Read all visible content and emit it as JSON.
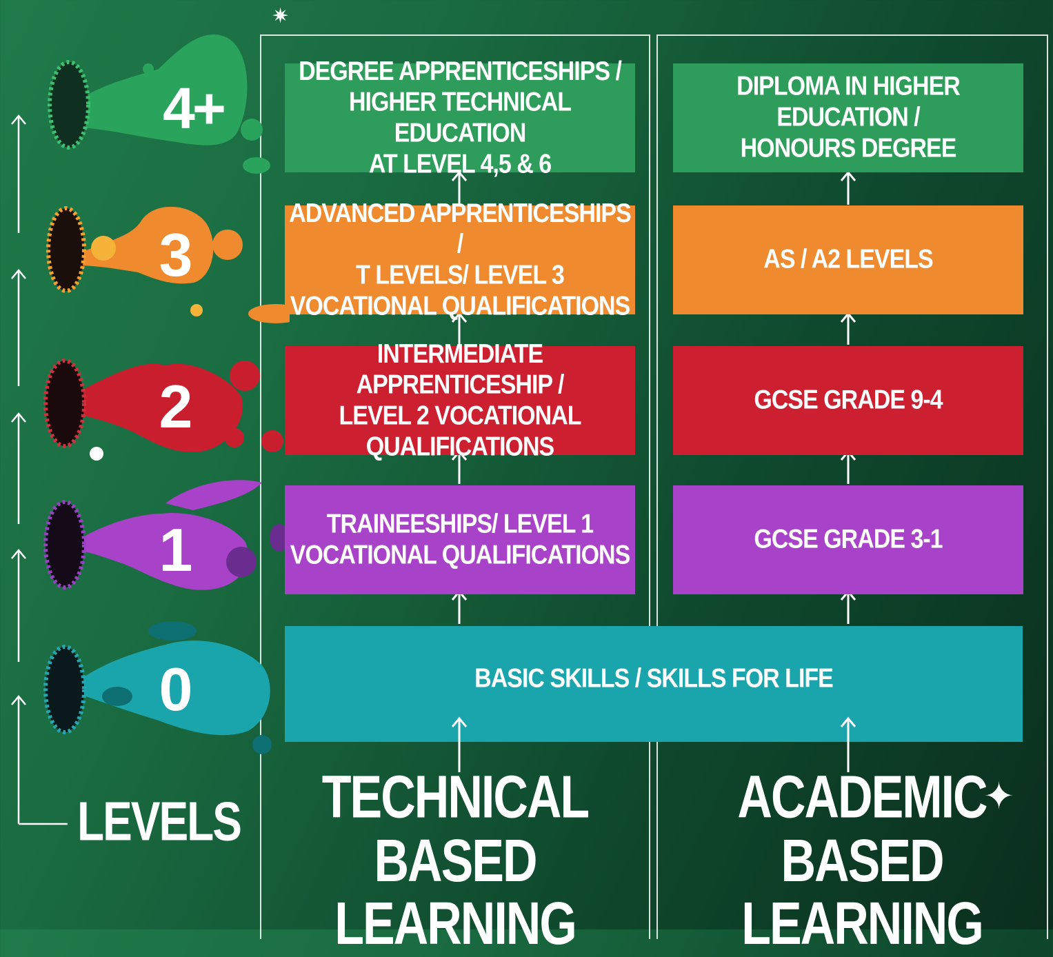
{
  "colors": {
    "green": "#2e9c5a",
    "orange": "#f08a2e",
    "red": "#cc1f30",
    "purple": "#a843c9",
    "teal": "#1aa5ad",
    "background": "#155f3a"
  },
  "levels": [
    "4+",
    "3",
    "2",
    "1",
    "0"
  ],
  "levels_label": "LEVELS",
  "technical": {
    "heading_line1": "TECHNICAL",
    "heading_line2": "BASED LEARNING",
    "boxes": {
      "level4": [
        "DEGREE APPRENTICESHIPS /",
        "HIGHER TECHNICAL EDUCATION",
        "AT LEVEL 4,5 & 6"
      ],
      "level3": [
        "ADVANCED APPRENTICESHIPS /",
        "T LEVELS/ LEVEL 3",
        "VOCATIONAL QUALIFICATIONS"
      ],
      "level2": [
        "INTERMEDIATE APPRENTICESHIP /",
        "LEVEL 2 VOCATIONAL",
        "QUALIFICATIONS"
      ],
      "level1": [
        "TRAINEESHIPS/ LEVEL 1",
        "VOCATIONAL QUALIFICATIONS"
      ]
    }
  },
  "academic": {
    "heading_line1": "ACADEMIC",
    "heading_line2": "BASED LEARNING",
    "boxes": {
      "level4": [
        "DIPLOMA IN HIGHER EDUCATION /",
        "HONOURS DEGREE"
      ],
      "level3": [
        "AS / A2 LEVELS"
      ],
      "level2": [
        "GCSE GRADE 9-4"
      ],
      "level1": [
        "GCSE GRADE 3-1"
      ]
    }
  },
  "shared": {
    "level0": "BASIC SKILLS / SKILLS FOR LIFE"
  }
}
